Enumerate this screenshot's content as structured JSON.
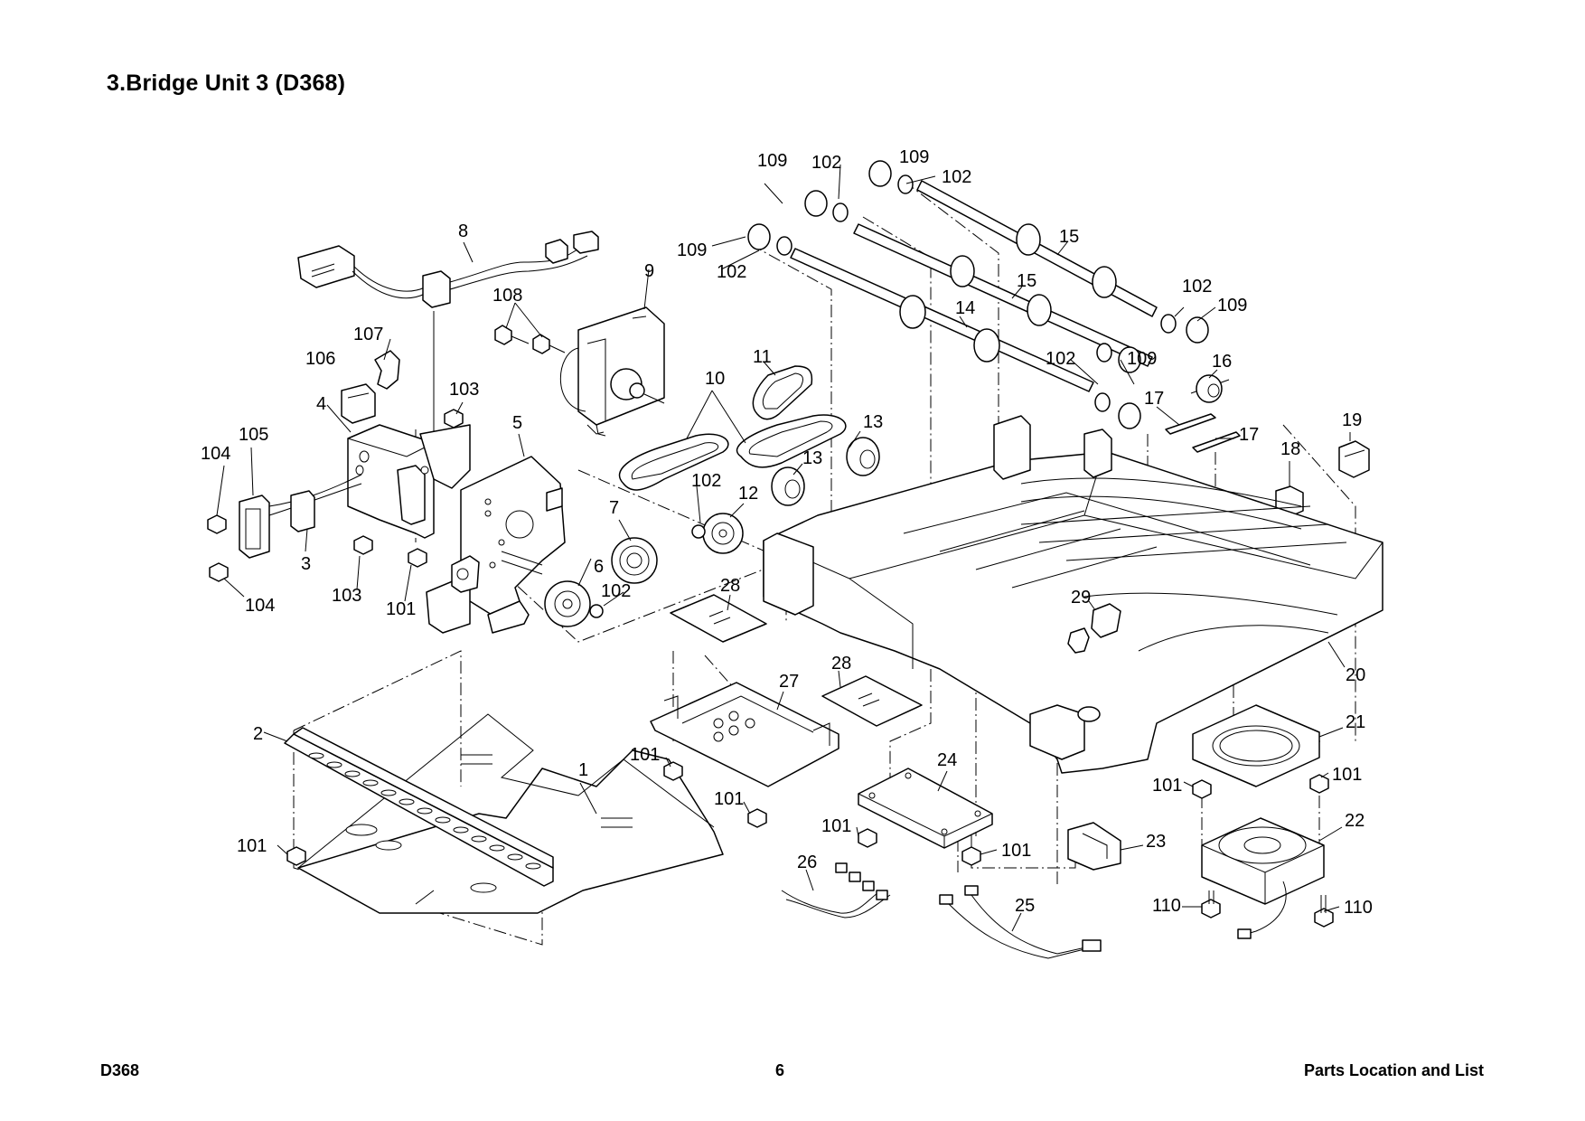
{
  "page": {
    "title": "3.Bridge Unit 3 (D368)",
    "footer_left": "D368",
    "footer_center": "6",
    "footer_right": "Parts Location and List"
  },
  "callouts": [
    "1",
    "2",
    "3",
    "4",
    "5",
    "6",
    "7",
    "8",
    "9",
    "10",
    "11",
    "12",
    "13",
    "13",
    "14",
    "15",
    "15",
    "16",
    "17",
    "17",
    "18",
    "19",
    "20",
    "21",
    "22",
    "23",
    "24",
    "25",
    "26",
    "27",
    "28",
    "28",
    "29",
    "101",
    "101",
    "101",
    "101",
    "101",
    "101",
    "101",
    "101",
    "101",
    "102",
    "102",
    "102",
    "102",
    "102",
    "102",
    "102",
    "102",
    "103",
    "103",
    "104",
    "104",
    "105",
    "106",
    "107",
    "108",
    "109",
    "109",
    "109",
    "109",
    "109",
    "110",
    "110"
  ]
}
